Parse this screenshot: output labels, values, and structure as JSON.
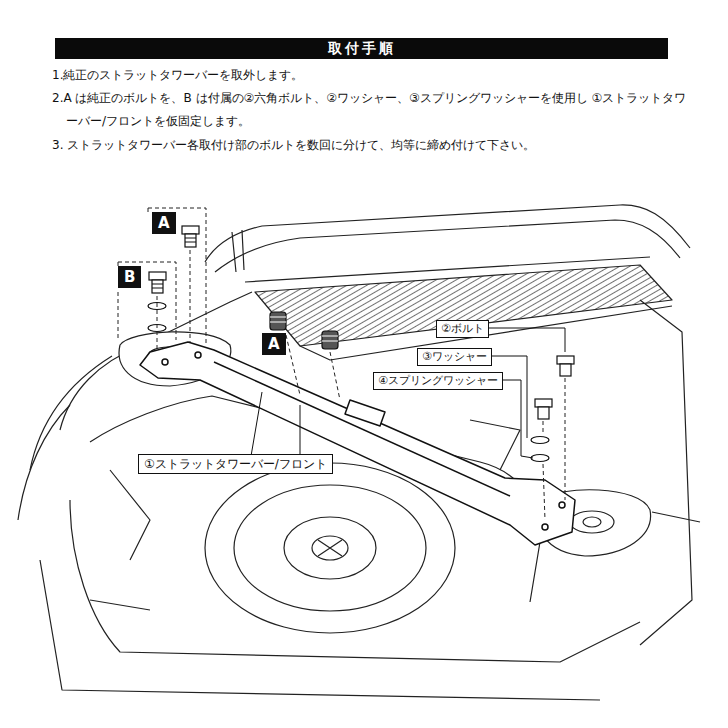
{
  "diagram": {
    "title": "取付手順",
    "nodes": [
      {
        "text": [
          "A"
        ]
      },
      {
        "text": [
          "B"
        ]
      },
      {
        "text": [
          "A"
        ]
      },
      {
        "text": [
          "②ボルト"
        ]
      },
      {
        "text": [
          "③ワッシャー"
        ]
      },
      {
        "text": [
          "④スプリングワッシャー"
        ]
      },
      {
        "text": [
          "①ストラットタワーバー/フロント"
        ]
      }
    ],
    "labels": [
      "1.純正のストラットタワーバーを取外します。",
      "2.A は純正のボルトを、B は付属の②六角ボルト、②ワッシャー、③スプリングワッシャーを使用し ①ストラットタワーバー/フロントを仮固定します。",
      "3. ストラットタワーバー各取付け部のボルトを数回に分けて、均等に締め付けて下さい。"
    ]
  }
}
